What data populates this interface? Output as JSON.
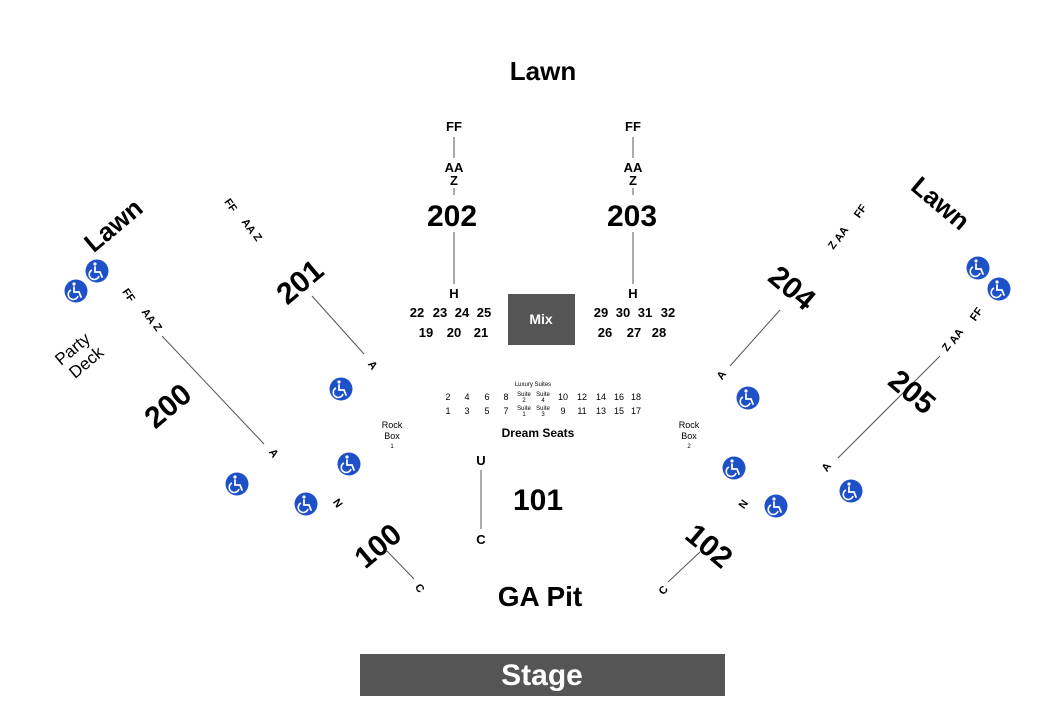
{
  "lawn_label": "Lawn",
  "party_deck": [
    "Party",
    "Deck"
  ],
  "ga_pit": "GA Pit",
  "stage": "Stage",
  "mix": "Mix",
  "dream_seats": "Dream Seats",
  "luxury_suites": "Luxury Suites",
  "rock_box_1": [
    "Rock",
    "Box",
    "1"
  ],
  "rock_box_2": [
    "Rock",
    "Box",
    "2"
  ],
  "sections": {
    "s100": "100",
    "s101": "101",
    "s102": "102",
    "s200": "200",
    "s201": "201",
    "s202": "202",
    "s203": "203",
    "s204": "204",
    "s205": "205"
  },
  "rows": {
    "FF": "FF",
    "AA": "AA",
    "Z": "Z",
    "A": "A",
    "H": "H",
    "N": "N",
    "C": "C",
    "U": "U"
  },
  "box_seats_left_top": [
    "22",
    "23",
    "24",
    "25"
  ],
  "box_seats_left_bottom": [
    "19",
    "20",
    "21"
  ],
  "box_seats_right_top": [
    "29",
    "30",
    "31",
    "32"
  ],
  "box_seats_right_bottom": [
    "26",
    "27",
    "28"
  ],
  "dream_top_left": [
    "2",
    "4",
    "6",
    "8"
  ],
  "dream_bottom_left": [
    "1",
    "3",
    "5",
    "7"
  ],
  "dream_top_right": [
    "10",
    "12",
    "14",
    "16",
    "18"
  ],
  "dream_bottom_right": [
    "9",
    "11",
    "13",
    "15",
    "17"
  ],
  "suite_labels": {
    "suite": "Suite",
    "s2": "2",
    "s4": "4",
    "s1": "1",
    "s3": "3"
  },
  "colors": {
    "accessible": "#1e50c8",
    "stage": "#555555",
    "mix": "#555555"
  }
}
